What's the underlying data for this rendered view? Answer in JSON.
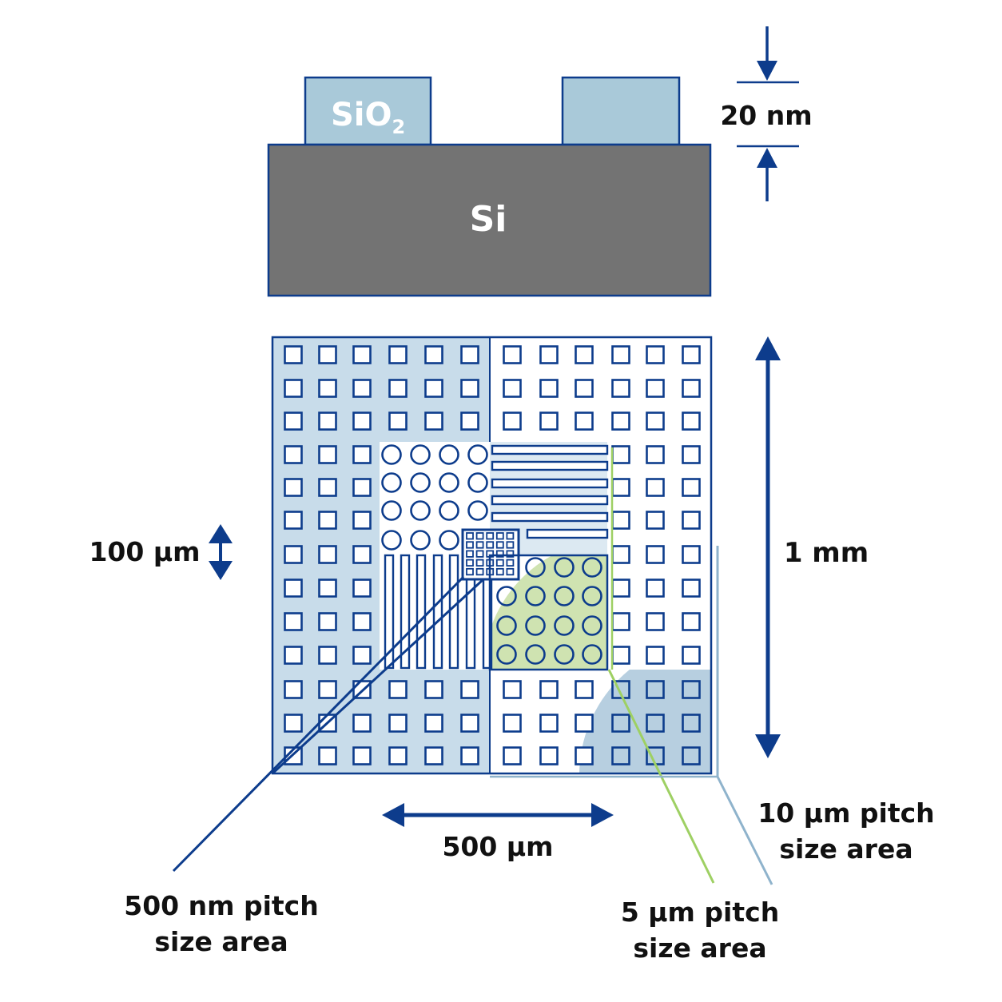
{
  "cross_section": {
    "oxide_label": "SiO",
    "oxide_subscript": "2",
    "substrate_label": "Si",
    "thickness_label": "20 nm"
  },
  "test_pattern": {
    "height_label": "1 mm",
    "half_width_label": "500 µm",
    "feature_label": "100 µm"
  },
  "callouts": {
    "nm500": [
      "500 nm pitch",
      "size area"
    ],
    "um5": [
      "5 µm pitch",
      "size area"
    ],
    "um10": [
      "10 µm pitch",
      "size area"
    ]
  },
  "colors": {
    "outline": "#0d3c8c",
    "oxide_fill": "#a9c9d9",
    "substrate_fill": "#737373",
    "shaded_region": "#c8dcea",
    "green_region": "#cfe3b1",
    "green_leader": "#9ed063",
    "lightblue_leader": "#8fb3cc"
  }
}
